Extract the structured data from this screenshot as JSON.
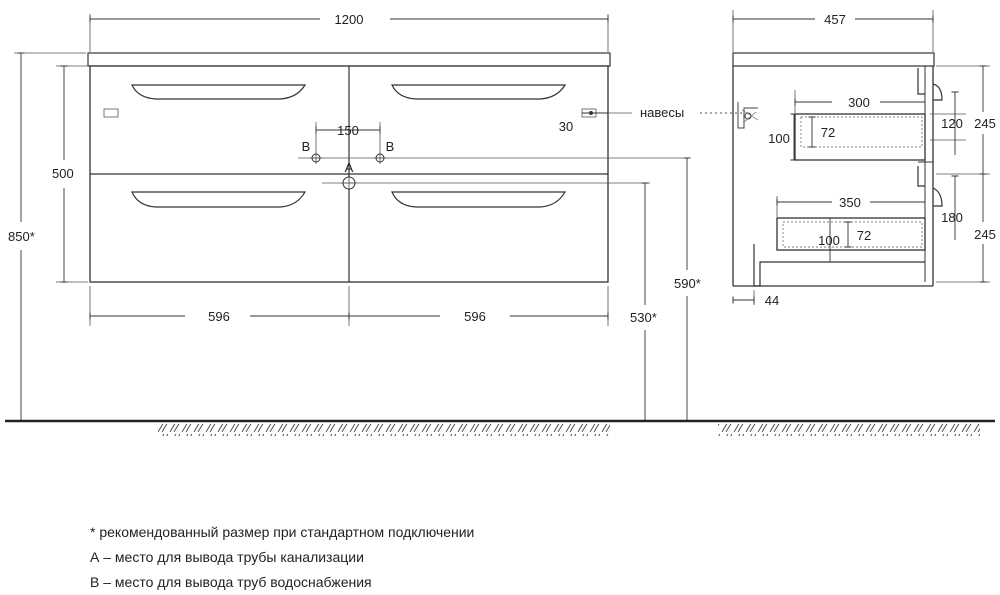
{
  "front": {
    "overall_width": "1200",
    "overall_height": "850*",
    "body_height": "500",
    "module_left_width": "596",
    "module_right_width": "596",
    "floor_to_body": "530*",
    "floor_to_outlet": "590*",
    "pipe_spacing": "150",
    "point_a": "A",
    "point_b_left": "B",
    "point_b_right": "B",
    "hinge_offset": "30",
    "hinge_label": "навесы"
  },
  "side": {
    "depth": "457",
    "upper_drawer_depth": "300",
    "upper_drawer_height": "100",
    "upper_inner_height": "72",
    "upper_front_gap": "120",
    "upper_front_height": "245",
    "lower_drawer_depth": "350",
    "lower_drawer_height": "100",
    "lower_inner_height": "72",
    "lower_front_gap": "180",
    "lower_front_height": "245",
    "plinth_offset": "44"
  },
  "notes": [
    "* рекомендованный размер при стандартном подключении",
    "А – место для вывода трубы канализации",
    "В – место для вывода труб водоснабжения"
  ]
}
